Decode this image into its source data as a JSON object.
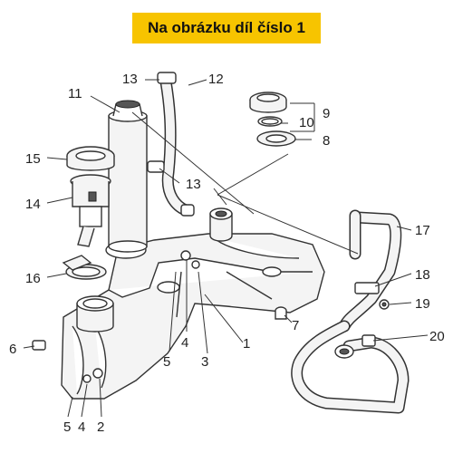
{
  "banner": {
    "text": "Na obrázku díl číslo 1"
  },
  "callouts": {
    "c1": "1",
    "c2": "2",
    "c3": "3",
    "c4a": "4",
    "c4b": "4",
    "c5a": "5",
    "c5b": "5",
    "c6": "6",
    "c7": "7",
    "c8": "8",
    "c9": "9",
    "c10": "10",
    "c11": "11",
    "c12": "12",
    "c13a": "13",
    "c13b": "13",
    "c14": "14",
    "c15": "15",
    "c16": "16",
    "c17": "17",
    "c18": "18",
    "c19": "19",
    "c20": "20"
  }
}
